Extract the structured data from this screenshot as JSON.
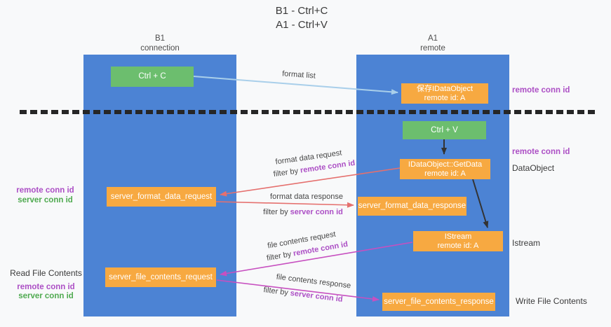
{
  "title": {
    "line1": "B1 - Ctrl+C",
    "line2": "A1 - Ctrl+V"
  },
  "lanes": {
    "left": {
      "name": "B1",
      "role": "connection"
    },
    "right": {
      "name": "A1",
      "role": "remote"
    }
  },
  "nodes": {
    "ctrl_c": {
      "label": "Ctrl + C"
    },
    "save_dataobject": {
      "line1": "保存IDataObject",
      "line2": "remote id: A"
    },
    "ctrl_v": {
      "label": "Ctrl + V"
    },
    "getdata": {
      "line1": "IDataObject::GetData",
      "line2": "remote id: A"
    },
    "format_request": {
      "label": "server_format_data_request"
    },
    "format_response": {
      "label": "server_format_data_response"
    },
    "istream": {
      "line1": "IStream",
      "line2": "remote id: A"
    },
    "file_request": {
      "label": "server_file_contents_request"
    },
    "file_response": {
      "label": "server_file_contents_response"
    }
  },
  "arrows": {
    "format_list": {
      "label": "format list"
    },
    "format_request": {
      "label": "format data request",
      "filter_prefix": "filter by ",
      "filter_id": "remote conn id"
    },
    "format_response": {
      "label": "format data response",
      "filter_prefix": "filter by ",
      "filter_id": "server conn id"
    },
    "file_request": {
      "label": "file contents request",
      "filter_prefix": "filter by ",
      "filter_id": "remote conn id"
    },
    "file_response": {
      "label": "file contents response",
      "filter_prefix": "filter by ",
      "filter_id": "server conn id"
    }
  },
  "annotations": {
    "save_remote_conn": "remote conn id",
    "getdata_remote_conn": "remote conn id",
    "getdata_object": "DataObject",
    "format_left_remote": "remote conn id",
    "format_left_server": "server conn id",
    "istream_side": "Istream",
    "file_left_title": "Read File Contents",
    "file_left_remote": "remote conn id",
    "file_left_server": "server conn id",
    "write_file": "Write File Contents"
  },
  "colors": {
    "lane_blue": "#4c83d4",
    "node_orange": "#f7a941",
    "node_green": "#6cbe6e",
    "arrow_light_blue": "#a9cfea",
    "arrow_red": "#e5706e",
    "arrow_magenta": "#c750c0",
    "arrow_black": "#333333",
    "text_purple": "#ac4fc5",
    "text_green": "#4faa50",
    "dash_line": "#262626",
    "background": "#f8f9fa"
  }
}
